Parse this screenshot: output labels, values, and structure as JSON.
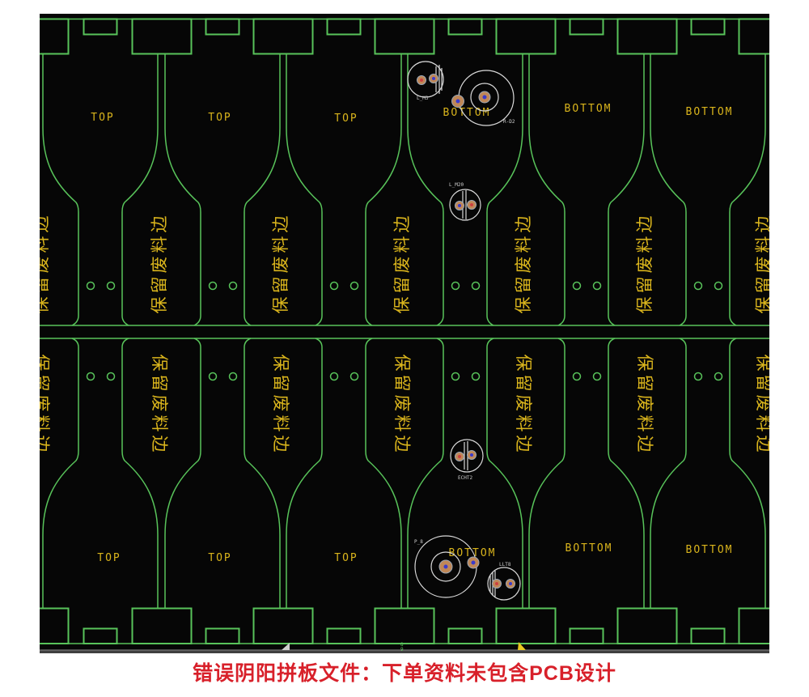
{
  "colors": {
    "board_outline_green": "#58c35a",
    "silk_yellow": "#d9b41c",
    "figure_white": "#d9d9d9",
    "canvas_black": "#060606",
    "caption_red": "#d8202a",
    "scrollbar_gray": "#404040",
    "pad_tan": "#bf8757"
  },
  "caption": {
    "text": "错误阴阳拼板文件：下单资料未包含PCB设计"
  },
  "panel": {
    "waste_edge_note": "保留废料边",
    "top_row_labels": [
      {
        "text": "TOP"
      },
      {
        "text": "TOP"
      },
      {
        "text": "TOP"
      },
      {
        "text": "BOTTOM"
      },
      {
        "text": "BOTTOM"
      },
      {
        "text": "BOTTOM"
      }
    ],
    "bottom_row_labels": [
      {
        "text": "TOP"
      },
      {
        "text": "TOP"
      },
      {
        "text": "TOP"
      },
      {
        "text": "BOTTOM"
      },
      {
        "text": "BOTTOM"
      },
      {
        "text": "BOTTOM"
      }
    ]
  },
  "fiducials": {
    "hatched_left_label": "L_M3",
    "target_top_label": "R-D2",
    "stem_top_label": "L_M20",
    "stem_bottom_label": "ECHT2",
    "target_bottom_label": "P_8",
    "hatched_right_label": "LLT8"
  },
  "markers": {
    "origin_marks": [
      "8",
      "9"
    ]
  }
}
